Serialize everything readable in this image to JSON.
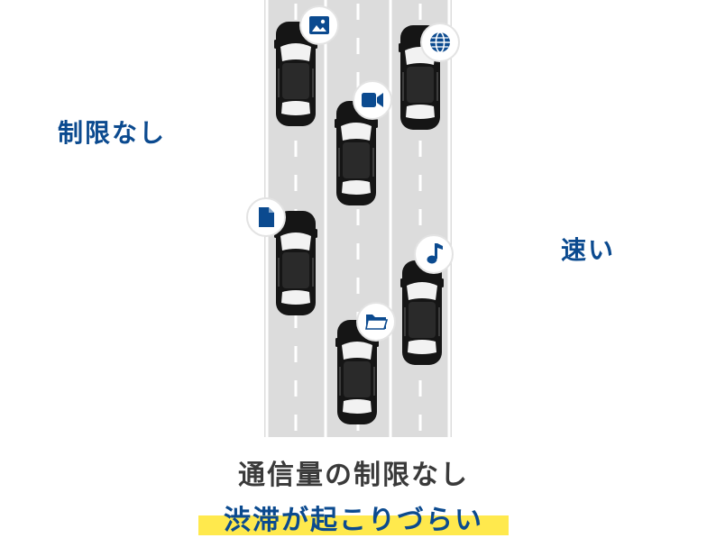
{
  "labels": {
    "left": "制限なし",
    "right": "速い"
  },
  "caption": {
    "main": "通信量の制限なし",
    "highlight": "渋滞が起こりづらい"
  },
  "colors": {
    "accent": "#0b4a8f",
    "highlight": "#ffe94d",
    "road": "#dcdcdc",
    "car": "#151515"
  },
  "icons": [
    "image-icon",
    "video-icon",
    "globe-icon",
    "document-icon",
    "music-note-icon",
    "folder-icon"
  ]
}
